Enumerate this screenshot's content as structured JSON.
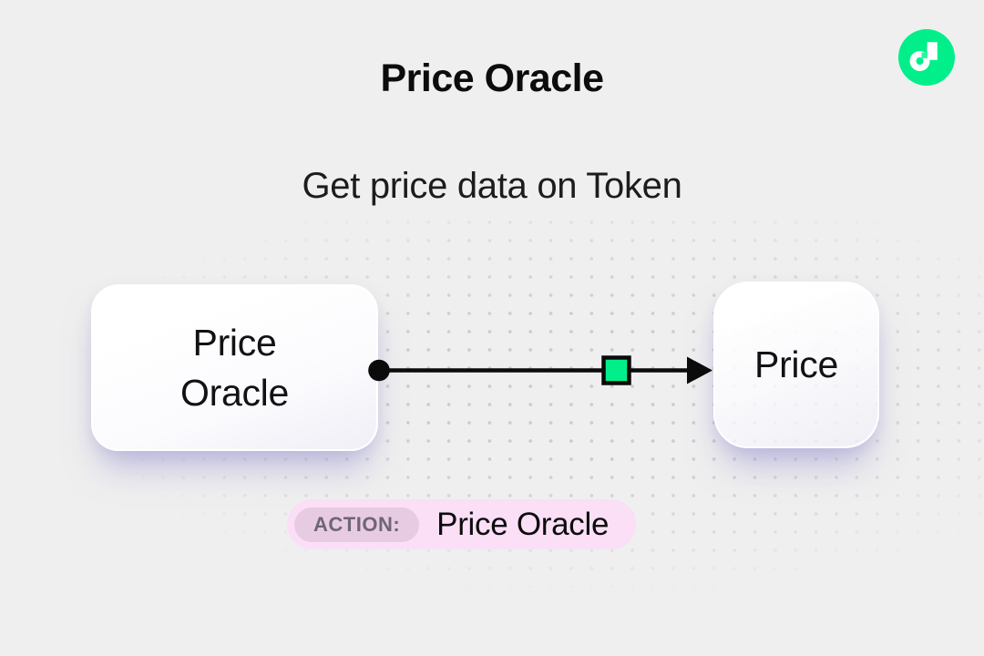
{
  "header": {
    "title": "Price Oracle"
  },
  "subtitle": "Get price data on Token",
  "logo": {
    "name": "flow-logo",
    "brand_green": "#00EF8B",
    "accent_green": "#29F79E"
  },
  "diagram": {
    "source_node": {
      "label": "Price\nOracle"
    },
    "target_node": {
      "label": "Price"
    },
    "connector": {
      "from": "source_node",
      "to": "target_node",
      "line_color": "#0B0B0B",
      "marker": "green-square",
      "marker_color": "#00EF8B"
    }
  },
  "action_badge": {
    "label": "ACTION:",
    "value": "Price Oracle",
    "badge_bg": "#FADFF7",
    "pill_bg": "#E7CBE3",
    "label_color": "#6F6673"
  },
  "colors": {
    "background": "#EFEFEF",
    "dot_grid": "#CBCBD0",
    "text": "#0C0C0C",
    "node_shadow": "rgba(148,142,205,0.55)"
  }
}
